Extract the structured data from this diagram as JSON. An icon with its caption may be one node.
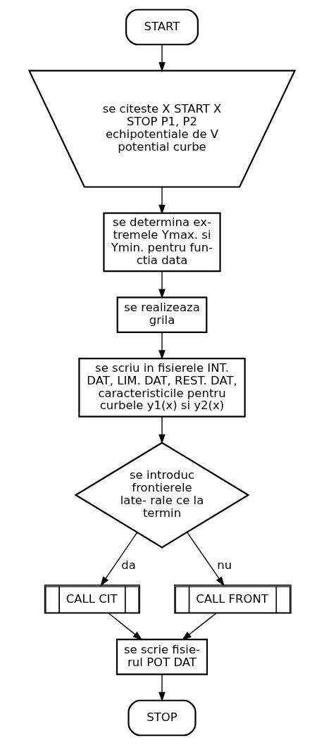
{
  "diagram": {
    "nodes": [
      {
        "text": [
          "START"
        ]
      },
      {
        "text": [
          "se citeste X START X STOP P1, P2 echipotentiale de V potential curbe"
        ]
      },
      {
        "text": [
          "se determina ex- tremele Ymax. si Ymin. pentru fun- ctia data"
        ]
      },
      {
        "text": [
          "se realizeaza grila"
        ]
      },
      {
        "text": [
          "se scriu in fisierele INT. DAT, LIM. DAT, REST. DAT, caracteristicile pentru curbele y1(x) si y2(x)"
        ]
      },
      {
        "text": [
          "se introduc frontierele late- rale ce la termin"
        ]
      },
      {
        "text": [
          "CALL CIT"
        ]
      },
      {
        "text": [
          "CALL FRONT"
        ]
      },
      {
        "text": [
          "se scrie fisie- rul POT DAT"
        ]
      },
      {
        "text": [
          "STOP"
        ]
      }
    ],
    "edges": [
      {
        "from": 0,
        "to": 1,
        "arrow": "to"
      },
      {
        "from": 1,
        "to": 2,
        "arrow": "to"
      },
      {
        "from": 2,
        "to": 3,
        "arrow": "to"
      },
      {
        "from": 3,
        "to": 4,
        "arrow": "to"
      },
      {
        "from": 4,
        "to": 5,
        "arrow": "to"
      },
      {
        "from": 5,
        "to": 6,
        "arrow": "to",
        "label": "da"
      },
      {
        "from": 5,
        "to": 7,
        "arrow": "to",
        "label": "nu"
      },
      {
        "from": 6,
        "to": 8,
        "arrow": "to"
      },
      {
        "from": 7,
        "to": 8,
        "arrow": "to"
      },
      {
        "from": 8,
        "to": 9,
        "arrow": "to"
      }
    ]
  }
}
